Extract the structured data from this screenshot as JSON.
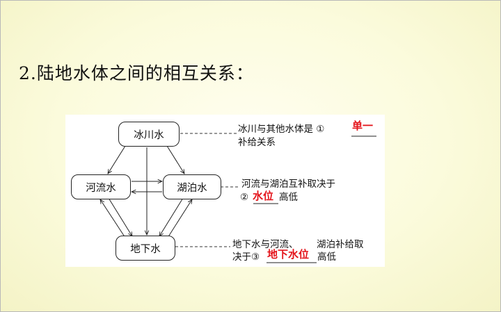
{
  "title": "2.陆地水体之间的相互关系：",
  "nodes": {
    "glacier": "冰川水",
    "river": "河流水",
    "lake": "湖泊水",
    "groundwater": "地下水"
  },
  "notes": {
    "n1_line1": "冰川与其他水体是 ①",
    "n1_line2": "补给关系",
    "n2_line1": "河流与湖泊互补取决于",
    "n2_line2_prefix": "②",
    "n2_line2_suffix": "高低",
    "n3_line1_a": "地下水与河流、",
    "n3_line1_b": "湖泊补给取",
    "n3_line2_prefix": "决于③",
    "n3_line2_suffix": "高低"
  },
  "answers": {
    "a1": "单一",
    "a2": "水位",
    "a3": "地下水位"
  },
  "colors": {
    "answer": "#e4141b",
    "background": "#fbfbdc"
  }
}
